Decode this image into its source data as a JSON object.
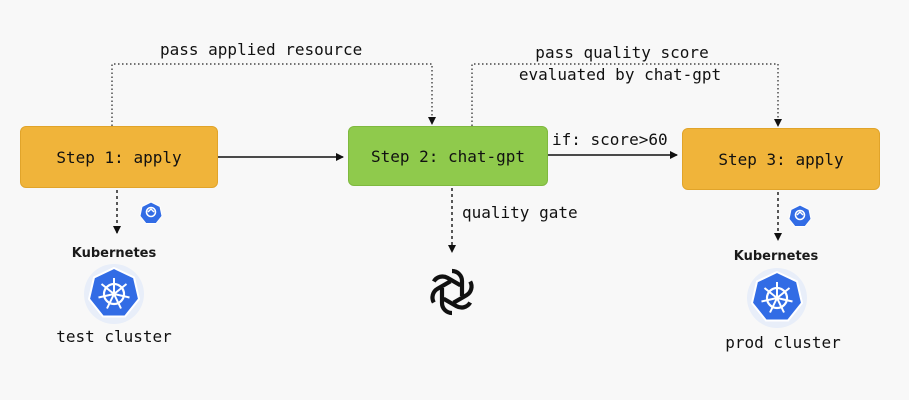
{
  "edges": {
    "pass_applied_resource": "pass applied resource",
    "pass_quality_score_line1": "pass quality score",
    "pass_quality_score_line2": "evaluated by chat-gpt",
    "condition": "if: score>60",
    "quality_gate": "quality gate"
  },
  "steps": [
    {
      "label": "Step 1: apply",
      "color": "#f0b43a"
    },
    {
      "label": "Step 2: chat-gpt",
      "color": "#8fca4c"
    },
    {
      "label": "Step 3: apply",
      "color": "#f0b43a"
    }
  ],
  "clusters": [
    {
      "brand": "Kubernetes",
      "label": "test cluster",
      "icon": "kubernetes-helm-icon"
    },
    {
      "brand": "Kubernetes",
      "label": "prod cluster",
      "icon": "kubernetes-helm-icon"
    }
  ],
  "openai": {
    "icon": "openai-logo-icon"
  },
  "colors": {
    "k8s_blue": "#326ce5",
    "orange": "#f0b43a",
    "green": "#8fca4c",
    "background": "#f8f8f8"
  }
}
